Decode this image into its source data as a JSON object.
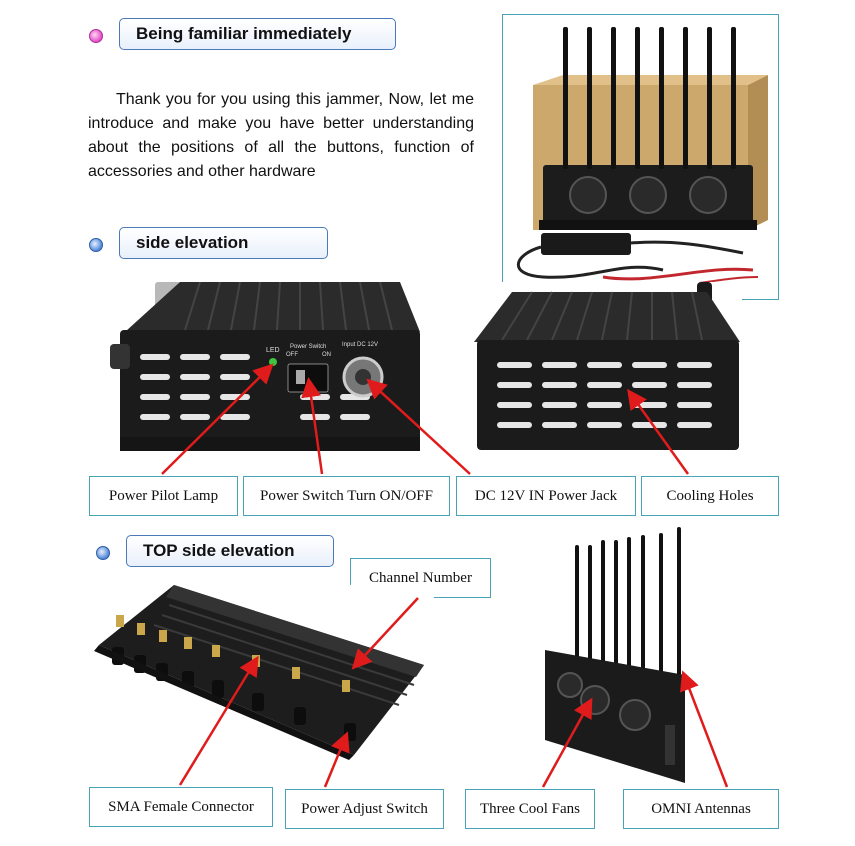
{
  "sections": {
    "familiar": {
      "title": "Being familiar immediately"
    },
    "side": {
      "title": "side elevation"
    },
    "top": {
      "title": "TOP side elevation"
    }
  },
  "intro": {
    "text": "Thank you for you using this jammer, Now, let me introduce and make you have better understanding about the positions of all the buttons, function of accessories and other hardware"
  },
  "side_photo": {
    "led": "LED",
    "switch": "Power Switch",
    "off": "OFF",
    "on": "ON",
    "input": "Input DC 12V"
  },
  "labels": {
    "power_pilot": "Power Pilot Lamp",
    "power_switch": "Power Switch Turn ON/OFF",
    "dc_jack": "DC 12V IN Power Jack",
    "cooling": "Cooling Holes",
    "channel": "Channel Number",
    "sma": "SMA Female Connector",
    "adjust": "Power Adjust Switch",
    "fans": "Three Cool Fans",
    "omni": "OMNI Antennas"
  },
  "colors": {
    "arrow": "#e01b1b",
    "frame": "#49a3b5",
    "heading_border": "#4a7ab8"
  }
}
